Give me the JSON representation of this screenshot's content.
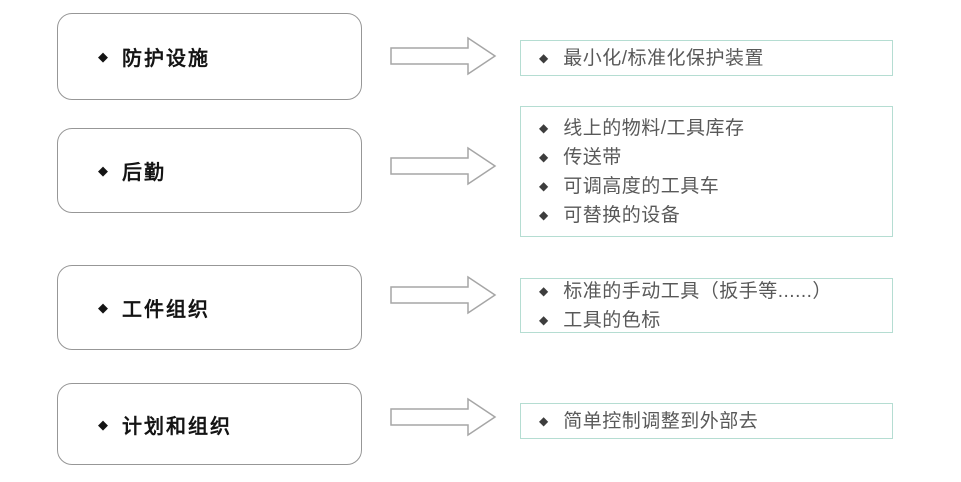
{
  "bullet": "◆",
  "colors": {
    "left_box_border": "#979797",
    "left_text": "#141414",
    "right_box_border": "#b5ddd2",
    "right_text": "#595959",
    "arrow_outline": "#a6a6a6"
  },
  "rows": [
    {
      "category": "防护设施",
      "items": [
        "最小化/标准化保护装置"
      ]
    },
    {
      "category": "后勤",
      "items": [
        "线上的物料/工具库存",
        "传送带",
        "可调高度的工具车",
        "可替换的设备"
      ]
    },
    {
      "category": "工件组织",
      "items": [
        "标准的手动工具（扳手等......）",
        "工具的色标"
      ]
    },
    {
      "category": "计划和组织",
      "items": [
        "简单控制调整到外部去"
      ]
    }
  ]
}
